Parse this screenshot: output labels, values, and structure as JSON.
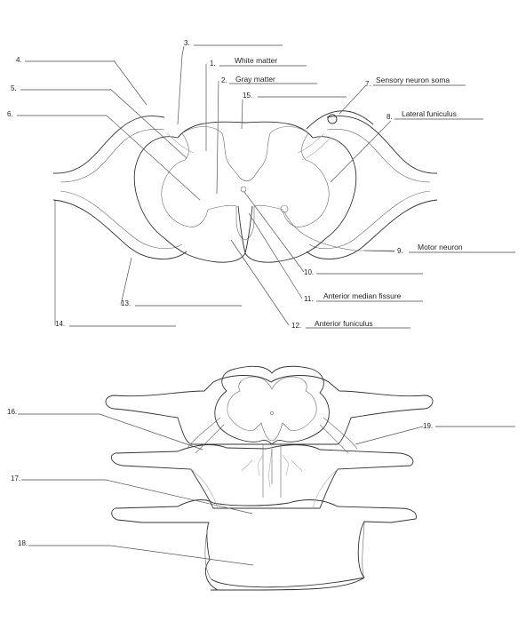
{
  "labels": [
    {
      "num": "1.",
      "text": "White matter"
    },
    {
      "num": "2.",
      "text": "Gray matter"
    },
    {
      "num": "3.",
      "text": ""
    },
    {
      "num": "4.",
      "text": ""
    },
    {
      "num": "5.",
      "text": ""
    },
    {
      "num": "6.",
      "text": ""
    },
    {
      "num": "7.",
      "text": "Sensory neuron soma"
    },
    {
      "num": "8.",
      "text": "Lateral funiculus"
    },
    {
      "num": "9.",
      "text": "Motor neuron"
    },
    {
      "num": "10.",
      "text": ""
    },
    {
      "num": "11.",
      "text": "Anterior median fissure"
    },
    {
      "num": "12.",
      "text": "Anterior funiculus"
    },
    {
      "num": "13.",
      "text": ""
    },
    {
      "num": "14.",
      "text": ""
    },
    {
      "num": "15.",
      "text": ""
    },
    {
      "num": "16.",
      "text": ""
    },
    {
      "num": "17.",
      "text": ""
    },
    {
      "num": "18.",
      "text": ""
    },
    {
      "num": "19.",
      "text": ""
    }
  ]
}
